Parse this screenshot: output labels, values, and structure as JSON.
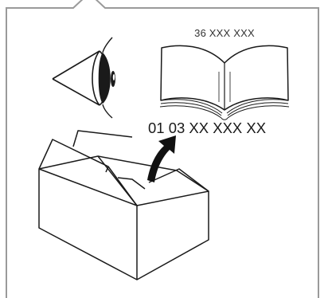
{
  "manual": {
    "number": "36 XXX XXX"
  },
  "part": {
    "number": "01 03 XX XXX XX"
  },
  "icons": [
    "callout-frame",
    "eye-icon",
    "open-book-icon",
    "box-icon",
    "arrow-icon"
  ],
  "colors": {
    "frame": "#9a9a9a",
    "line": "#1a1a1a",
    "arrow": "#111111"
  }
}
